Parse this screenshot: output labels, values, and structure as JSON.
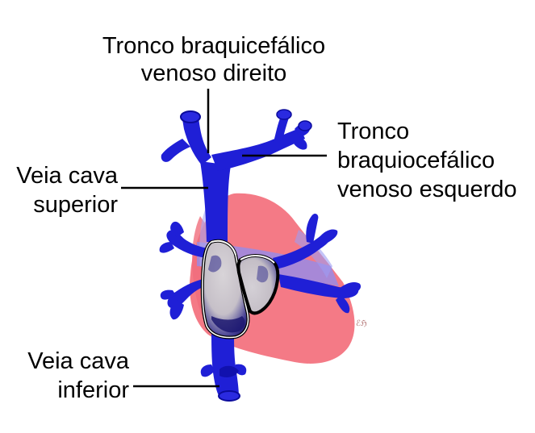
{
  "colors": {
    "vein": "#1f1fd6",
    "vein_dark": "#0b0b9c",
    "heart": "#f47a86",
    "heart_overlay": "#8e8ef2",
    "chamber_fill": "#cfcad0",
    "chamber_shadow": "#25207a",
    "leader_line": "#000000",
    "text": "#000000"
  },
  "labels": {
    "right_brachiocephalic": {
      "line1": "Tronco braquicefálico",
      "line2": "venoso direito"
    },
    "left_brachiocephalic": {
      "line1": "Tronco",
      "line2": "braquiocefálico",
      "line3": "venoso esquerdo"
    },
    "superior_vena_cava": {
      "line1": "Veia cava",
      "line2": "superior"
    },
    "inferior_vena_cava": {
      "line1": "Veia cava",
      "line2": "inferior"
    }
  },
  "signature_mark": "ℰℌ"
}
